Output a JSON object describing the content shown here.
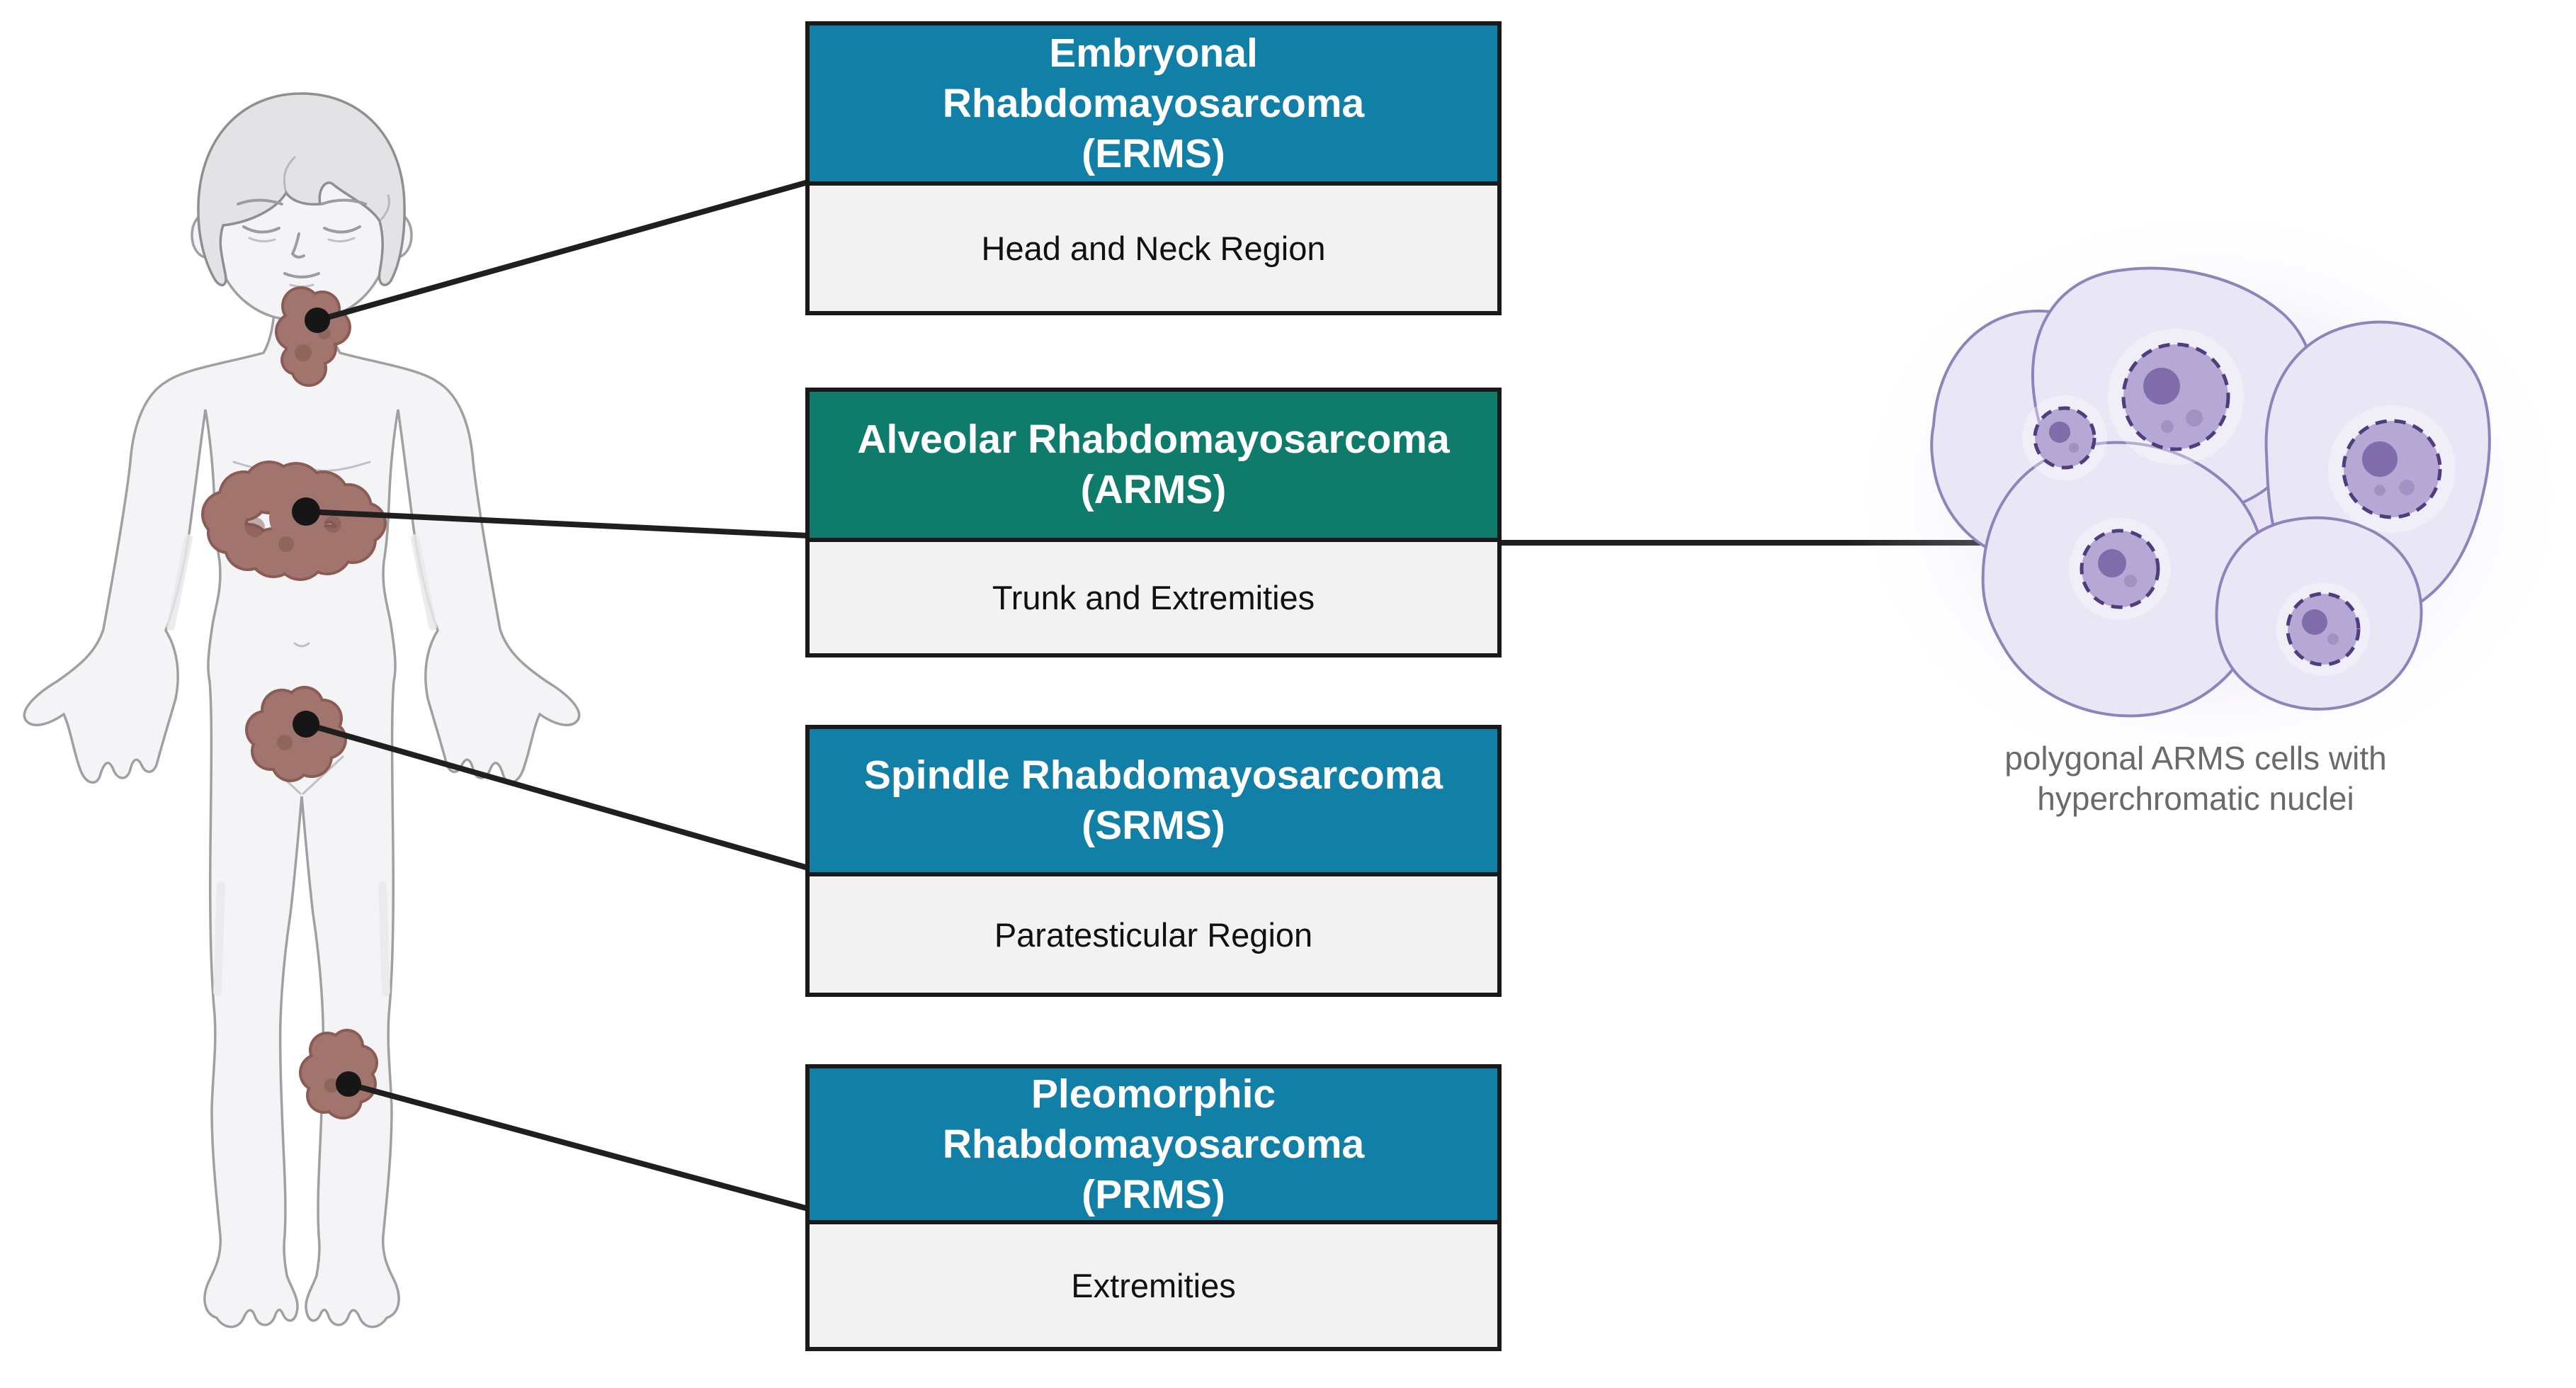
{
  "boxes": [
    {
      "id": "ERMS",
      "title_lines": [
        "Embryonal",
        "Rhabdomayosarcoma",
        "(ERMS)"
      ],
      "region": "Head and Neck Region",
      "header_color": "#117FA6"
    },
    {
      "id": "ARMS",
      "title_lines": [
        "Alveolar Rhabdomayosarcoma",
        "(ARMS)"
      ],
      "region": "Trunk and Extremities",
      "header_color": "#0F7C6B"
    },
    {
      "id": "SRMS",
      "title_lines": [
        "Spindle Rhabdomayosarcoma",
        "(SRMS)"
      ],
      "region": "Paratesticular Region",
      "header_color": "#117FA6"
    },
    {
      "id": "PRMS",
      "title_lines": [
        "Pleomorphic",
        "Rhabdomayosarcoma",
        "(PRMS)"
      ],
      "region": "Extremities",
      "header_color": "#117FA6"
    }
  ],
  "caption": {
    "line1": "polygonal ARMS cells with",
    "line2": "hyperchromatic nuclei"
  },
  "colors": {
    "header_blue": "#117FA6",
    "header_green": "#0F7C6B",
    "box_border": "#1a1a1a",
    "box_body_bg": "#f2f2f3",
    "box_header_text": "#ffffff",
    "box_body_text": "#111111",
    "connector_line": "#1f1f1f",
    "tumor": "#a1756e",
    "tumor_dark": "#8a5c55",
    "tumor_dot": "#161616",
    "body_fill": "#f4f4f6",
    "body_outline": "#a0a0a3",
    "hair_fill": "#e3e3e5",
    "cell_fill": "#e9e6f5",
    "cell_outline": "#8d85b9",
    "nucleus_fill": "#b5a8d4",
    "nucleus_ring": "#4f3d7d",
    "nucleolus": "#816cab",
    "caption_text": "#6a6a6a",
    "background": "#ffffff"
  }
}
